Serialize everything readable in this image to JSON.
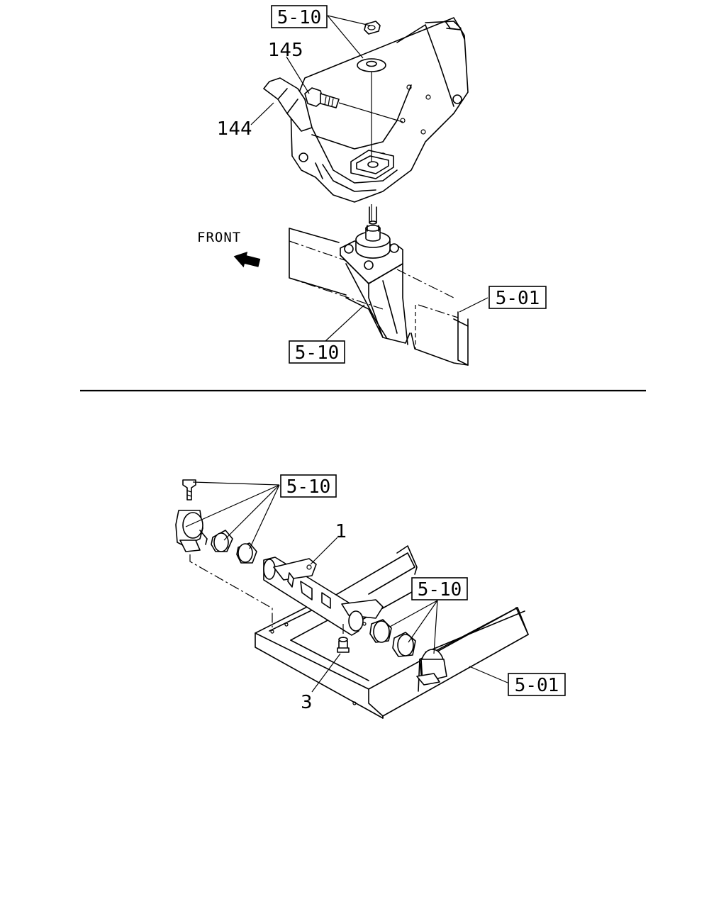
{
  "upper_view": {
    "callouts": {
      "ref_top": "5-10",
      "ref_bracket": "5-10",
      "ref_frame": "5-01",
      "part_145": "145",
      "part_144": "144"
    },
    "direction_label": "FRONT"
  },
  "lower_view": {
    "callouts": {
      "ref_left": "5-10",
      "ref_right": "5-10",
      "ref_frame": "5-01",
      "part_1": "1",
      "part_3": "3"
    }
  }
}
